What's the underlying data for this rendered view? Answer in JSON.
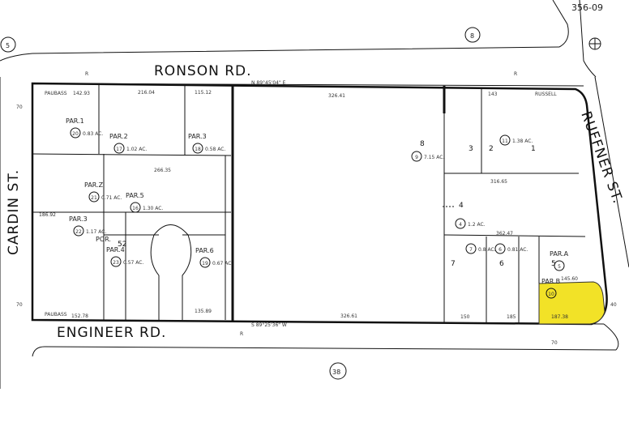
{
  "map_ref": "356-09",
  "streets": {
    "north": "RONSON RD.",
    "south": "ENGINEER RD.",
    "west": "CARDIN ST.",
    "east": "RUFFNER ST."
  },
  "circles": {
    "top_left": "5",
    "top_center": "8",
    "bottom_center": "38"
  },
  "road_marks": {
    "r": "R",
    "seventy": "70",
    "forty": "40"
  },
  "parcels": [
    {
      "num": "20",
      "par": "PAR.1",
      "area": "0.83 AC."
    },
    {
      "num": "17",
      "par": "PAR.2",
      "area": "1.02 AC."
    },
    {
      "num": "18",
      "par": "PAR.3",
      "area": "0.58 AC."
    },
    {
      "num": "21",
      "par": "PAR.Z",
      "area": "0.71 AC."
    },
    {
      "num": "16",
      "par": "PAR.5",
      "area": "1.30 AC."
    },
    {
      "num": "22",
      "par": "PAR.3",
      "area": "1.17 AC."
    },
    {
      "num": "23",
      "par": "PAR.4",
      "area": "0.57 AC."
    },
    {
      "num": "19",
      "par": "PAR.6",
      "area": "0.67 AC."
    },
    {
      "num": "9",
      "par": "",
      "area": "7.15 AC."
    },
    {
      "num": "11",
      "par": "",
      "area": "1.38 AC."
    },
    {
      "num": "4",
      "par": "",
      "area": "1.2 AC."
    },
    {
      "num": "7",
      "par": "",
      "area": "0.8 AC."
    },
    {
      "num": "6",
      "par": "",
      "area": "0.81 AC."
    },
    {
      "num": "5",
      "par": "PAR.A",
      "area": ""
    },
    {
      "num": "10",
      "par": "PAR.B",
      "area": ""
    }
  ],
  "lot_numbers": [
    "3",
    "2",
    "1",
    "4",
    "7",
    "6",
    "5",
    "8",
    "52"
  ],
  "por_label": "POR.",
  "highlight_color": "#f2e227"
}
